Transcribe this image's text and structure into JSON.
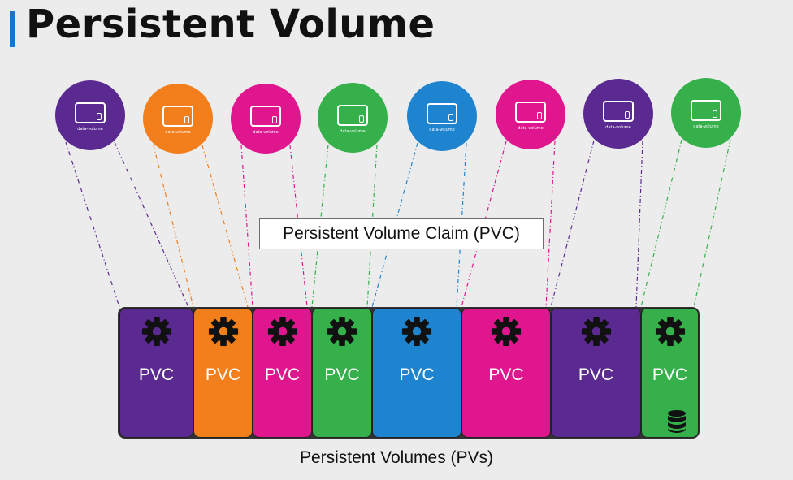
{
  "title": "Persistent Volume",
  "pods": [
    {
      "label": "data-volume",
      "color": "#5b2a91"
    },
    {
      "label": "data-volume",
      "color": "#f27f1b"
    },
    {
      "label": "data-volume",
      "color": "#e0168f"
    },
    {
      "label": "data-volume",
      "color": "#35b04a"
    },
    {
      "label": "data-volume",
      "color": "#1e84d0"
    },
    {
      "label": "data-volume",
      "color": "#e0168f"
    },
    {
      "label": "data-volume",
      "color": "#5b2a91"
    },
    {
      "label": "data-volume",
      "color": "#35b04a"
    }
  ],
  "pvc_box": {
    "label": "Persistent Volume Claim (PVC)"
  },
  "pvcs": [
    {
      "label": "PVC",
      "color": "#5b2a91"
    },
    {
      "label": "PVC",
      "color": "#f27f1b"
    },
    {
      "label": "PVC",
      "color": "#e0168f"
    },
    {
      "label": "PVC",
      "color": "#35b04a"
    },
    {
      "label": "PVC",
      "color": "#1e84d0"
    },
    {
      "label": "PVC",
      "color": "#e0168f"
    },
    {
      "label": "PVC",
      "color": "#5b2a91"
    },
    {
      "label": "PVC",
      "color": "#35b04a"
    }
  ],
  "pv_caption": "Persistent Volumes (PVs)",
  "icons": {
    "pod": "volume-icon",
    "pvc": "gear-icon",
    "storage": "database-icon"
  }
}
